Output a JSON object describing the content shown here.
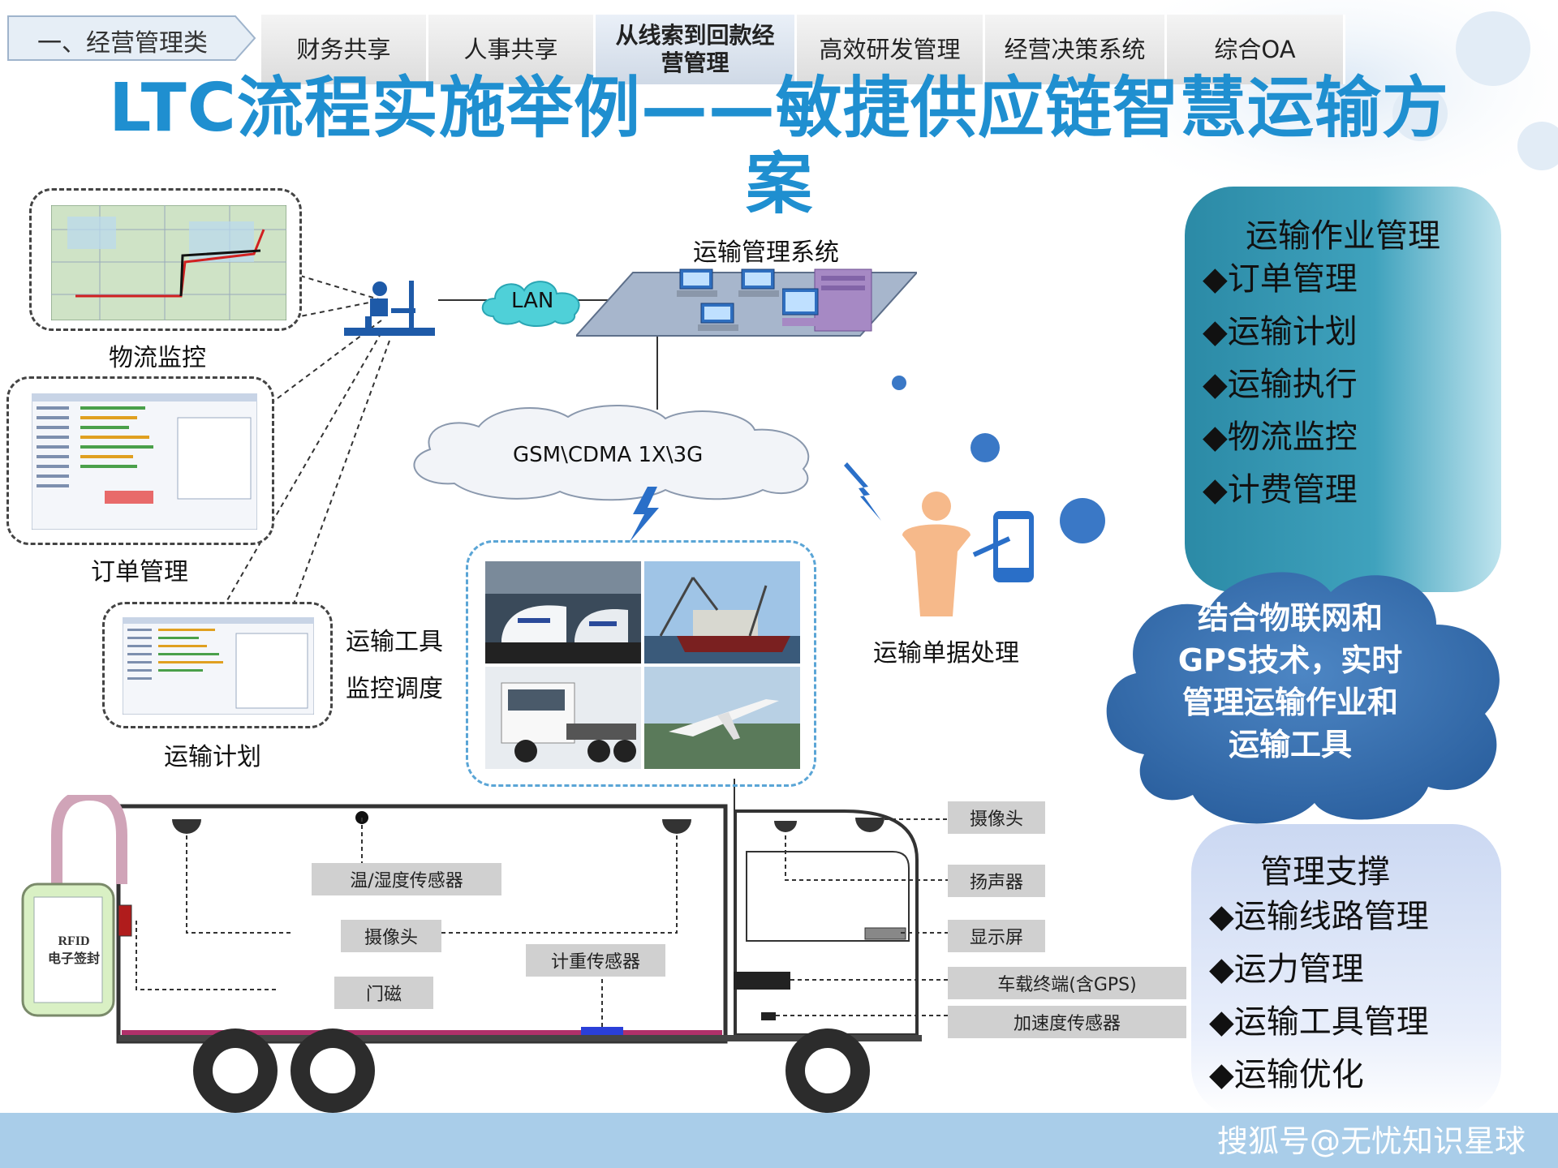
{
  "nav": {
    "section": "一、经营管理类",
    "tabs": [
      {
        "label": "财务共享",
        "active": false
      },
      {
        "label": "人事共享",
        "active": false
      },
      {
        "label": "从线索到回款经营管理",
        "active": true
      },
      {
        "label": "高效研发管理",
        "active": false
      },
      {
        "label": "经营决策系统",
        "active": false
      },
      {
        "label": "综合OA",
        "active": false
      }
    ]
  },
  "title": {
    "line1": "LTC流程实施举例——敏捷供应链智慧运输方",
    "line2": "案"
  },
  "network": {
    "system_label": "运输管理系统",
    "lan_label": "LAN",
    "wireless_label": "GSM\\CDMA 1X\\3G"
  },
  "thumbnails": {
    "logistics_monitor": "物流监控",
    "order_mgmt": "订单管理",
    "transport_plan": "运输计划"
  },
  "labels": {
    "vehicle_dispatch_line1": "运输工具",
    "vehicle_dispatch_line2": "监控调度",
    "document_processing": "运输单据处理"
  },
  "panel_ops": {
    "heading": "运输作业管理",
    "items": [
      "◆订单管理",
      "◆运输计划",
      "◆运输执行",
      "◆物流监控",
      "◆计费管理"
    ]
  },
  "cloud_note": {
    "lines": [
      "结合物联网和",
      "GPS技术，实时",
      "管理运输作业和",
      "运输工具"
    ]
  },
  "panel_support": {
    "heading": "管理支撑",
    "items": [
      "◆运输线路管理",
      "◆运力管理",
      "◆运输工具管理",
      "◆运输优化"
    ]
  },
  "truck": {
    "rfid_line1": "RFID",
    "rfid_line2": "电子签封",
    "sensors_trailer": {
      "temp_humidity": "温/湿度传感器",
      "camera": "摄像头",
      "door": "门磁",
      "weight": "计重传感器"
    },
    "sensors_cab": {
      "camera": "摄像头",
      "speaker": "扬声器",
      "display": "显示屏",
      "terminal": "车载终端(含GPS)",
      "accelerometer": "加速度传感器"
    }
  },
  "watermark": "搜狐号@无忧知识星球",
  "colors": {
    "title": "#1f8fd0",
    "ops_panel": "#2a8ea8",
    "cloud": "#2e6aa6",
    "support_panel": "#cfdaf3"
  }
}
